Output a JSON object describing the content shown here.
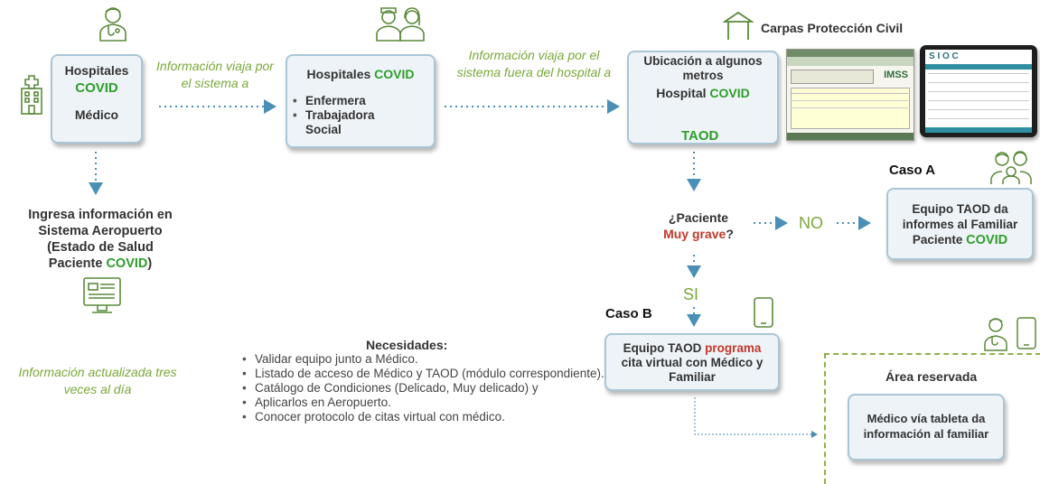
{
  "nodes": {
    "hospitales_covid": {
      "line1": "Hospitales",
      "line2": "COVID",
      "line3": "Médico"
    },
    "hospitales_covid_2": {
      "title_a": "Hospitales ",
      "title_b": "COVID",
      "items": [
        "Enfermera",
        "Trabajadora Social"
      ]
    },
    "ubicacion": {
      "line1": "Ubicación a algunos metros",
      "line2a": "Hospital ",
      "line2b": "COVID",
      "tag": "TAOD"
    },
    "caso_a_box": {
      "line1": "Equipo TAOD da",
      "line2": "informes al Familiar",
      "line3a": "Paciente ",
      "line3b": "COVID"
    },
    "caso_b_box": {
      "line1a": "Equipo TAOD ",
      "line1b": "programa",
      "line2": "cita virtual con Médico y",
      "line3": "Familiar"
    },
    "area_box": {
      "line1": "Médico vía tableta da",
      "line2": "información al familiar"
    }
  },
  "labels": {
    "info_sistema": "Información viaja por el sistema a",
    "info_fuera": "Información viaja por el sistema fuera del hospital a",
    "carpas": "Carpas Protección Civil",
    "ingresa_1": "Ingresa información en Sistema Aeropuerto (Estado de Salud Paciente ",
    "ingresa_covid": "COVID",
    "ingresa_end": ")",
    "actualizada": "Información actualizada tres veces al día",
    "pregunta_1": "¿Paciente",
    "pregunta_2a": "Muy grave",
    "pregunta_2b": "?",
    "no": "NO",
    "si": "SI",
    "caso_a": "Caso A",
    "caso_b": "Caso B",
    "area_reservada": "Área reservada",
    "necesidades_title": "Necesidades:"
  },
  "necesidades": [
    "Validar equipo junto a Médico.",
    "Listado de acceso de Médico y TAOD (módulo correspondiente).",
    "Catálogo de  Condiciones  (Delicado, Muy delicado) y",
    "Aplicarlos en Aeropuerto.",
    "Conocer protocolo de citas virtual con médico."
  ],
  "screenshots": {
    "imss_logo": "IMSS",
    "sioc_title": "S I O C"
  },
  "colors": {
    "green": "#2e9e2a",
    "red": "#c0392b",
    "olive": "#7aa83a",
    "arrow": "#4a8fb5",
    "box_border": "#a9c6d6",
    "icon_green": "#5a8a3a"
  }
}
